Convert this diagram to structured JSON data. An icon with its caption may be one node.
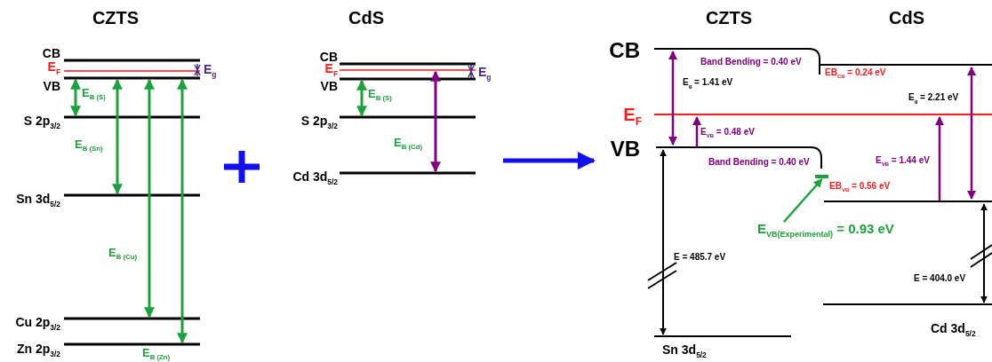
{
  "diagram": {
    "nodes": [
      {
        "text": [
          "E$_{VB(Experimental)}$ = 0.93 eV"
        ]
      },
      {
        "text": [],
        "shape": "bar"
      }
    ],
    "edges": [
      {
        "from": 0,
        "to": 1,
        "arrow": "to"
      }
    ],
    "labels": [
      "CZTS",
      "CB",
      "E$_{F}$",
      "VB",
      "E$_{g}$",
      "E$_{B (S)}$",
      "S 2p$_{3/2}$",
      "E$_{B (Sn)}$",
      "Sn 3d$_{5/2}$",
      "E$_{B (Cu)}$",
      "Cu 2p$_{3/2}$",
      "E$_{B (Zn)}$",
      "Zn 2p$_{3/2}$",
      "CdS",
      "CB",
      "E$_{F}$",
      "VB",
      "E$_{g}$",
      "E$_{B (S)}$",
      "S 2p$_{3/2}$",
      "E$_{B (Cd)}$",
      "Cd 3d$_{5/2}$",
      "CZTS",
      "CdS",
      "CB",
      "Band Bending = 0.40 eV",
      "EB$_{CB}$ = 0.24 eV",
      "E$_{g}$ = 1.41 eV",
      "E$_{g}$ = 2.21 eV",
      "E$_{F}$",
      "E$_{VB}$ = 0.48 eV",
      "VB",
      "Band Bending = 0.40 eV",
      "E$_{VB}$ = 1.44 eV",
      "EB$_{VB}$ = 0.56 eV",
      "E = 485.7 eV",
      "E = 404.0 eV",
      "Sn 3d$_{5/2}$",
      "Cd 3d$_{5/2}$"
    ]
  }
}
